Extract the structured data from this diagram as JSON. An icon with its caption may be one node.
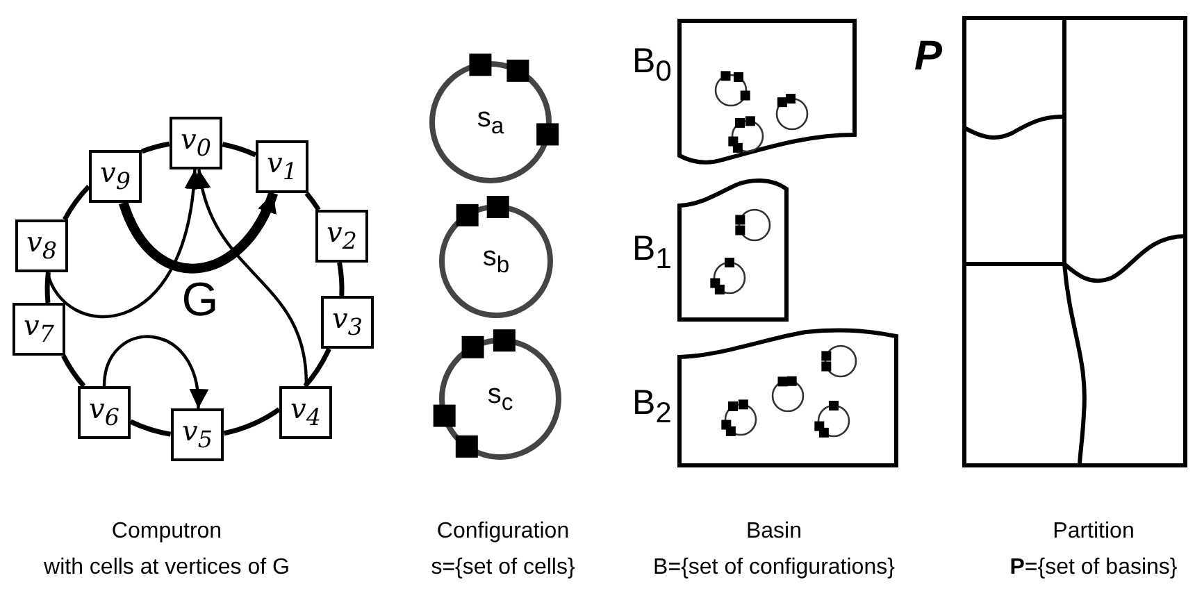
{
  "diagram": {
    "nodes": [
      {
        "text": [
          "v$_{0}$"
        ]
      },
      {
        "text": [
          "v$_{1}$"
        ]
      },
      {
        "text": [
          "v$_{2}$"
        ]
      },
      {
        "text": [
          "v$_{3}$"
        ]
      },
      {
        "text": [
          "v$_{4}$"
        ]
      },
      {
        "text": [
          "v$_{5}$"
        ]
      },
      {
        "text": [
          "v$_{6}$"
        ]
      },
      {
        "text": [
          "v$_{7}$"
        ]
      },
      {
        "text": [
          "v$_{8}$"
        ]
      },
      {
        "text": [
          "v$_{9}$"
        ]
      },
      {
        "text": [
          "s$_{a}$"
        ]
      },
      {
        "text": [
          "s$_{b}$"
        ]
      },
      {
        "text": [
          "s$_{c}$"
        ]
      },
      {
        "text": [
          "B$_{0}$"
        ]
      },
      {
        "text": [
          "B$_{1}$"
        ]
      },
      {
        "text": [
          "B$_{2}$"
        ]
      },
      {
        "text": [
          "P"
        ]
      }
    ],
    "edges": [
      {
        "from": 0,
        "to": 1,
        "arrow": "none"
      },
      {
        "from": 1,
        "to": 2,
        "arrow": "none"
      },
      {
        "from": 2,
        "to": 3,
        "arrow": "none"
      },
      {
        "from": 3,
        "to": 4,
        "arrow": "none"
      },
      {
        "from": 4,
        "to": 5,
        "arrow": "none"
      },
      {
        "from": 5,
        "to": 6,
        "arrow": "none"
      },
      {
        "from": 6,
        "to": 7,
        "arrow": "none"
      },
      {
        "from": 7,
        "to": 8,
        "arrow": "none"
      },
      {
        "from": 8,
        "to": 9,
        "arrow": "none"
      },
      {
        "from": 9,
        "to": 0,
        "arrow": "none"
      },
      {
        "from": 9,
        "to": 1,
        "arrow": "to",
        "style": "thick"
      },
      {
        "from": 8,
        "to": 0,
        "arrow": "to"
      },
      {
        "from": 4,
        "to": 0,
        "arrow": "to"
      },
      {
        "from": 6,
        "to": 5,
        "arrow": "to"
      }
    ],
    "labels": [
      "G",
      "Computron",
      "with cells at vertices of G",
      "Configuration",
      "s={set of cells}",
      "Basin",
      "B={set of configurations}",
      "Partition",
      "**P**={set of basins}"
    ]
  }
}
